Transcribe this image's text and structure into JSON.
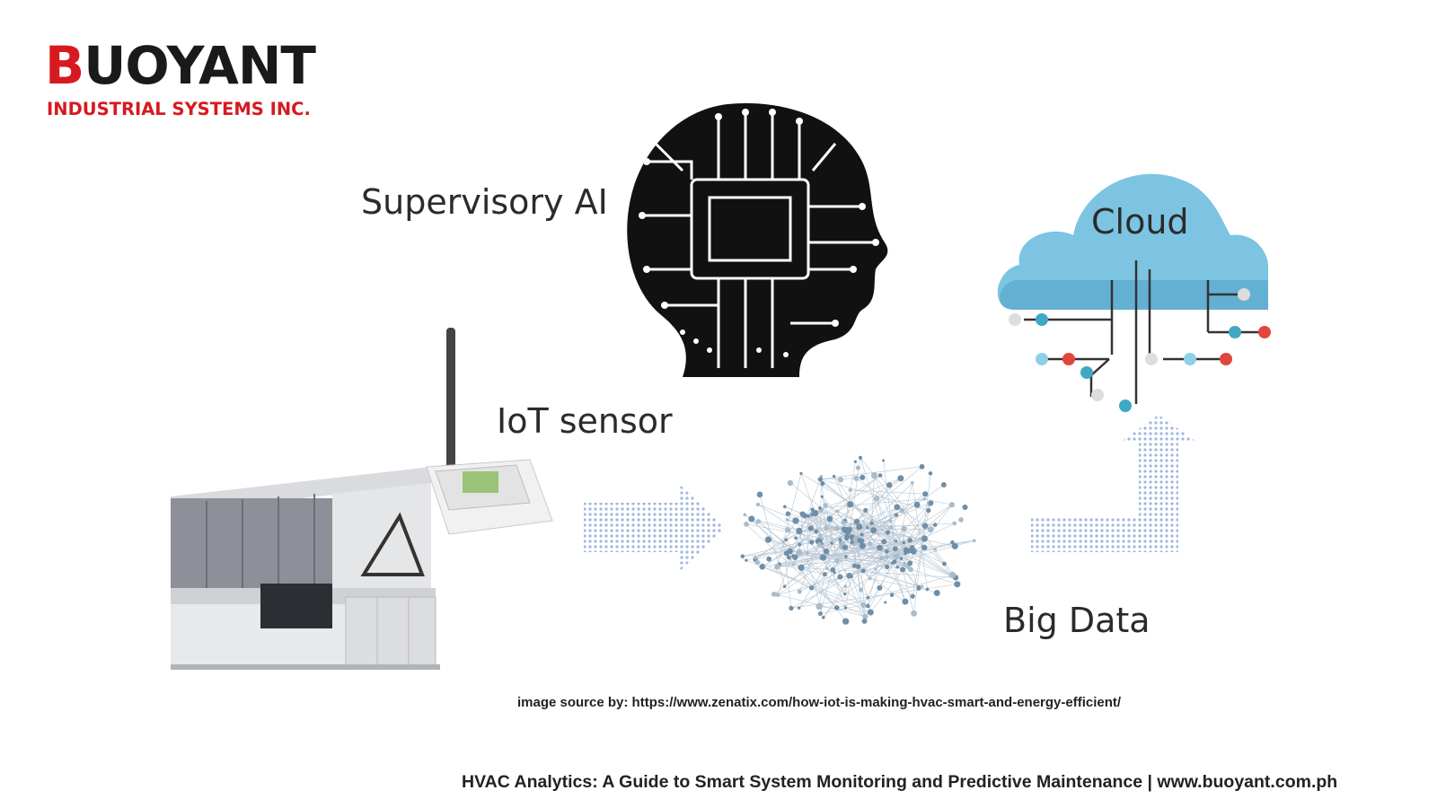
{
  "brand": {
    "name_initial": "B",
    "name_rest": "UOYANT",
    "subtitle": "INDUSTRIAL SYSTEMS INC."
  },
  "diagram": {
    "labels": {
      "supervisory_ai": "Supervisory AI",
      "iot_sensor": "IoT sensor",
      "big_data": "Big Data",
      "cloud": "Cloud"
    },
    "icons": [
      "circuit-head-icon",
      "chiller-unit-icon",
      "network-graph-icon",
      "cloud-network-icon",
      "arrow-right-icon",
      "arrow-up-icon"
    ]
  },
  "source": {
    "text": "image source by:  https://www.zenatix.com/how-iot-is-making-hvac-smart-and-energy-efficient/"
  },
  "footer": {
    "text": "HVAC Analytics: A Guide to Smart System Monitoring and Predictive Maintenance | www.buoyant.com.ph"
  },
  "colors": {
    "brand_red": "#d71920",
    "cloud_blue": "#7cc4e2",
    "arrow_blue": "#9fb6e0"
  }
}
